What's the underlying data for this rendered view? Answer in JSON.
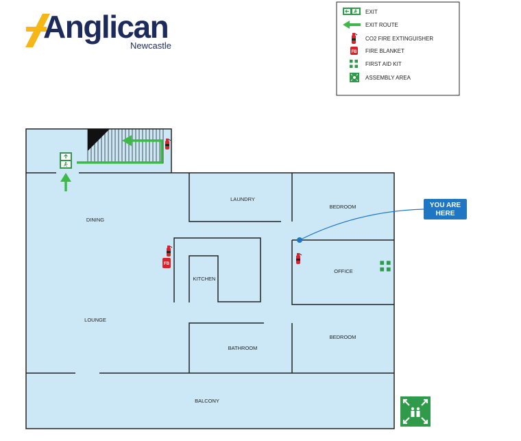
{
  "logo": {
    "name": "Anglican",
    "sub": "Newcastle"
  },
  "legend": [
    {
      "icon": "exit-sign-icon",
      "label": "EXIT"
    },
    {
      "icon": "exit-route-arrow-icon",
      "label": "EXIT ROUTE"
    },
    {
      "icon": "fire-extinguisher-icon",
      "label": "CO2 FIRE EXTINGUISHER"
    },
    {
      "icon": "fire-blanket-icon",
      "label": "FIRE BLANKET"
    },
    {
      "icon": "first-aid-kit-icon",
      "label": "FIRST AID KIT"
    },
    {
      "icon": "assembly-area-icon",
      "label": "ASSEMBLY AREA"
    }
  ],
  "rooms": {
    "laundry": "LAUNDRY",
    "bedroom_top": "BEDROOM",
    "dining": "DINING",
    "kitchen": "KITCHEN",
    "office": "OFFICE",
    "lounge": "LOUNGE",
    "bathroom": "BATHROOM",
    "bedroom_bottom": "BEDROOM",
    "balcony": "BALCONY"
  },
  "you_are_here": {
    "line1": "YOU ARE",
    "line2": "HERE"
  },
  "fire_blanket_code": "FB",
  "colors": {
    "floor": "#cce8f6",
    "wall": "#222222",
    "exit_green": "#2f9a49",
    "route_green": "#3fb84a",
    "marker_blue": "#1f77c4",
    "extinguisher_red": "#d8232a",
    "logo_navy": "#1c2b5c",
    "logo_yellow": "#f5b617"
  }
}
